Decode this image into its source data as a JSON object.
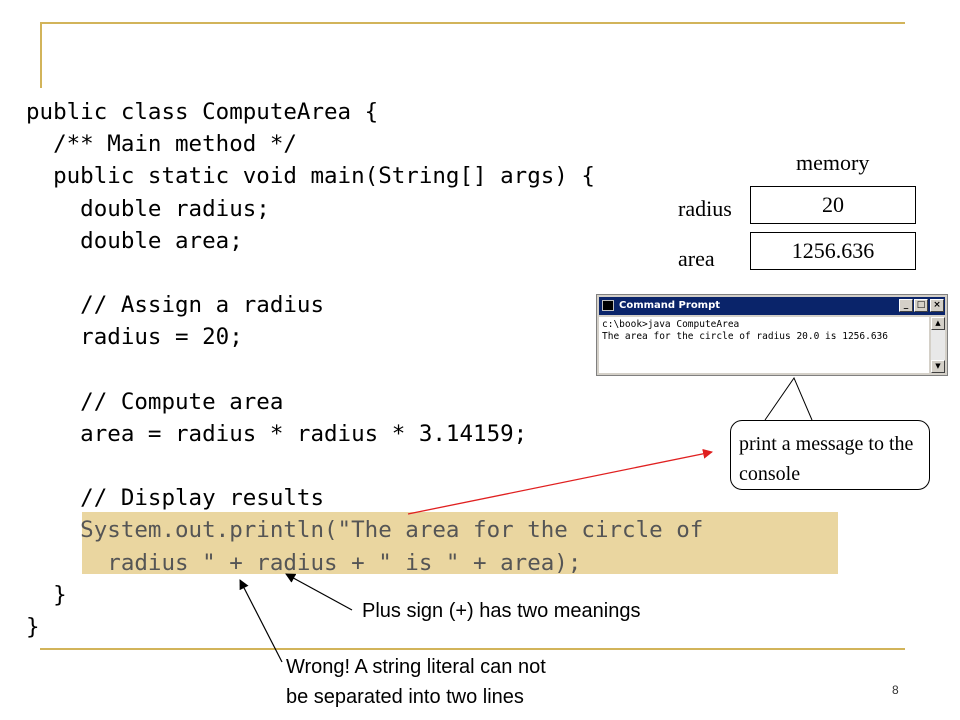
{
  "code_lines": [
    "public class ComputeArea {",
    "  /** Main method */",
    "  public static void main(String[] args) {",
    "    double radius;",
    "    double area;",
    "",
    "    // Assign a radius",
    "    radius = 20;",
    "",
    "    // Compute area",
    "    area = radius * radius * 3.14159;",
    "",
    "    // Display results",
    "    System.out.println(\"The area for the circle of",
    "      radius \" + radius + \" is \" + area);",
    "  }",
    "}"
  ],
  "memory": {
    "title": "memory",
    "radius_label": "radius",
    "radius_value": "20",
    "area_label": "area",
    "area_value": "1256.636"
  },
  "console": {
    "title": "Command Prompt",
    "line1": "c:\\book>java ComputeArea",
    "line2": "The area for the circle of radius 20.0 is 1256.636",
    "minimize": "_",
    "maximize": "□",
    "close": "×"
  },
  "callout_text": "print a message to the console",
  "annotations": {
    "plus": "Plus sign (+) has two meanings",
    "wrong_line1": "Wrong! A string literal can not",
    "wrong_line2": "be separated into two lines"
  },
  "page_number": "8",
  "colors": {
    "rule": "#d2b45a",
    "highlight": "#ead6a0",
    "red_arrow": "#e02020"
  }
}
